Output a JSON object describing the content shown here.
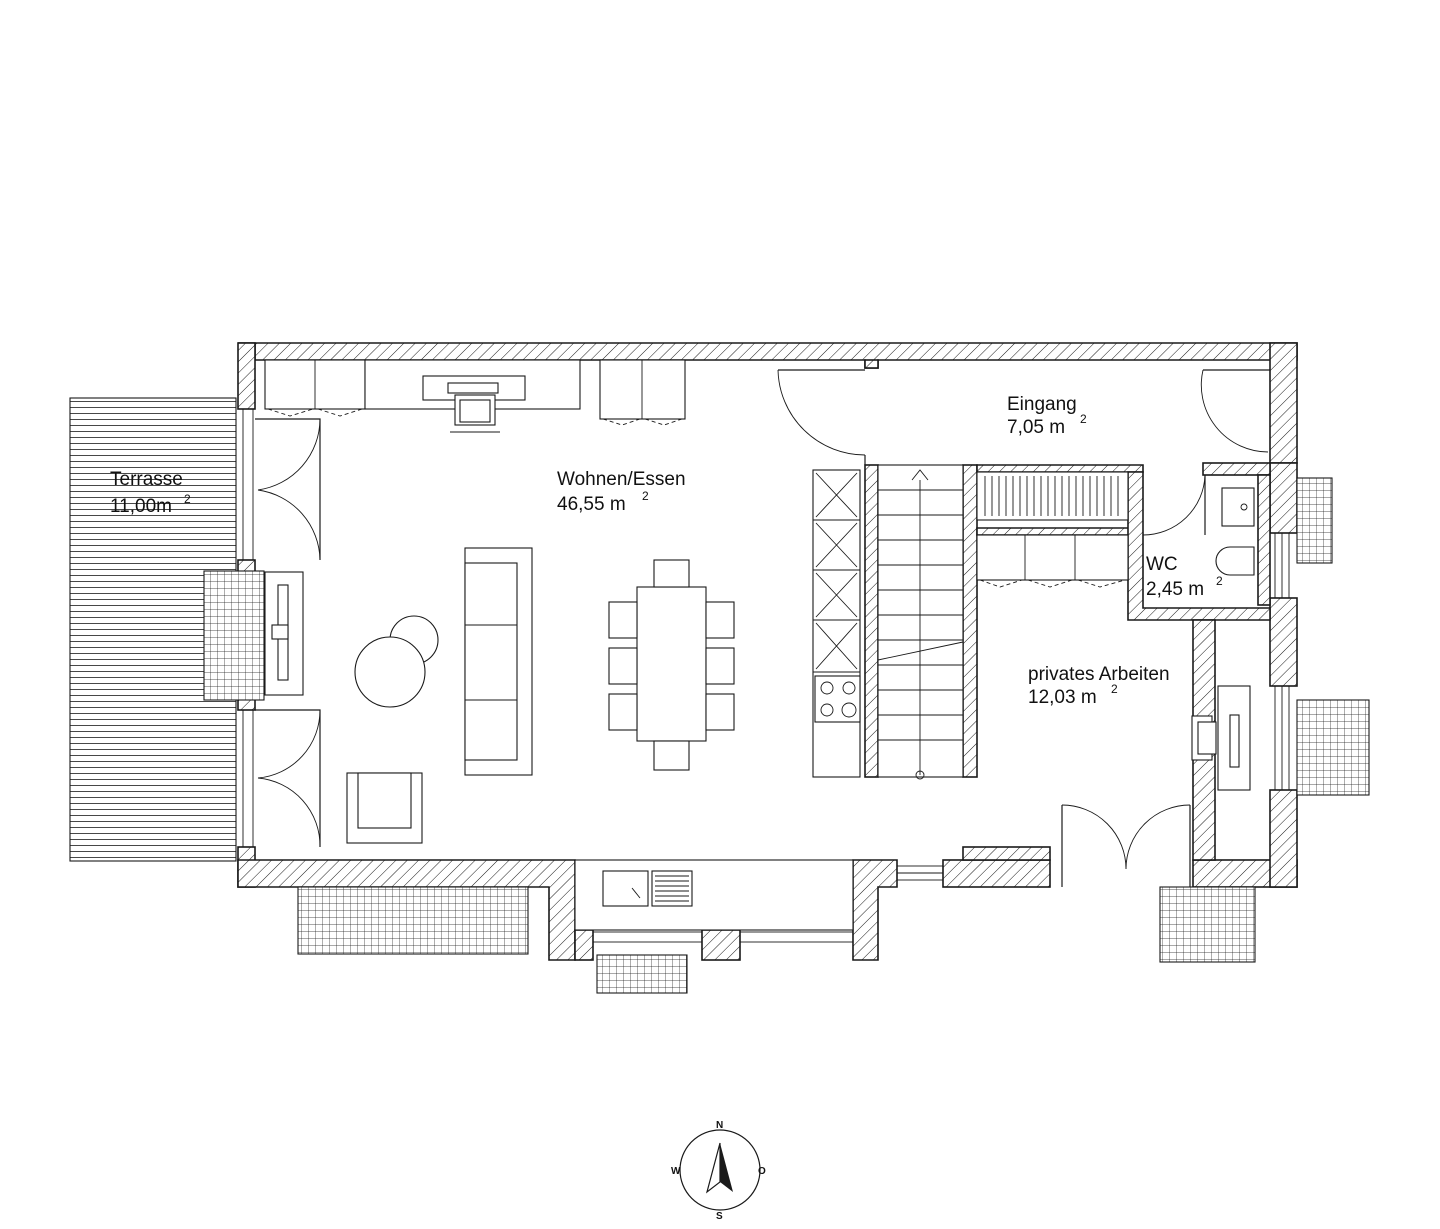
{
  "colors": {
    "line": "#1a1a1a",
    "background": "#ffffff"
  },
  "rooms": {
    "terrasse": {
      "name": "Terrasse",
      "area": "11,00m",
      "exp": "2"
    },
    "wohnen": {
      "name": "Wohnen/Essen",
      "area": "46,55 m",
      "exp": "2"
    },
    "eingang": {
      "name": "Eingang",
      "area": "7,05 m",
      "exp": "2"
    },
    "wc": {
      "name": "WC",
      "area": "2,45 m",
      "exp": "2"
    },
    "arbeiten": {
      "name": "privates Arbeiten",
      "area": "12,03 m",
      "exp": "2"
    }
  },
  "compass": {
    "n": "N",
    "o": "O",
    "s": "S",
    "w": "W",
    "icon": "compass-icon"
  }
}
